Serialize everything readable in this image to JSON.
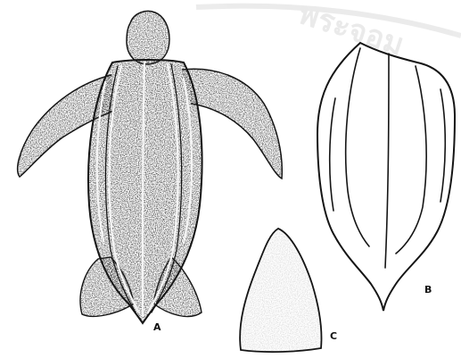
{
  "figure": {
    "labels": {
      "a": "A",
      "b": "B",
      "c": "C"
    },
    "watermark": "พระจอม",
    "colors": {
      "ink": "#151515",
      "stipple": "#2a2a2a",
      "paper": "#ffffff",
      "watermark": "#d9d9d9"
    }
  }
}
